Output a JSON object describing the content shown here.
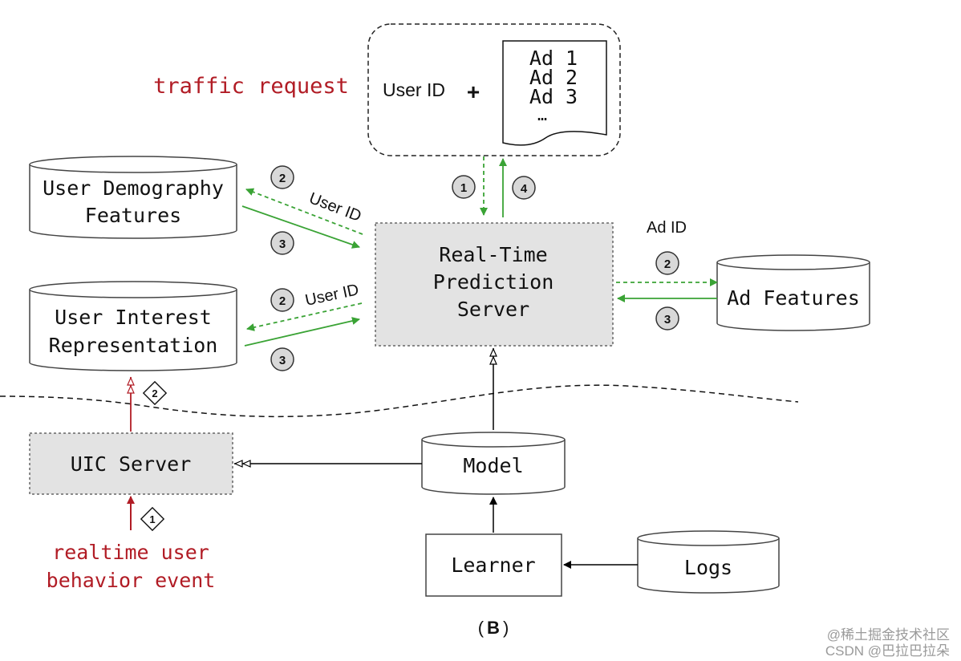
{
  "traffic_request": {
    "label": "traffic request"
  },
  "request_box": {
    "user_id": "User ID",
    "plus": "+",
    "ads": [
      "Ad 1",
      "Ad 2",
      "Ad 3",
      "…"
    ]
  },
  "nodes": {
    "user_demography": [
      "User Demography",
      "Features"
    ],
    "user_interest": [
      "User Interest",
      "Representation"
    ],
    "rtp_server": [
      "Real-Time",
      "Prediction",
      "Server"
    ],
    "ad_features": "Ad Features",
    "uic_server": "UIC Server",
    "model": "Model",
    "learner": "Learner",
    "logs": "Logs"
  },
  "edge_labels": {
    "user_id_top": "User ID",
    "user_id_mid": "User ID",
    "ad_id": "Ad ID"
  },
  "step_badges": {
    "one": "1",
    "two": "2",
    "three": "3",
    "four": "4"
  },
  "realtime_event": [
    "realtime user",
    "behavior event"
  ],
  "caption": {
    "open": "(",
    "letter": "B",
    "close": ")"
  },
  "watermark": [
    "@稀土掘金技术社区",
    "CSDN @巴拉巴拉朵"
  ],
  "colors": {
    "green": "#3aa335",
    "red": "#b11c25",
    "gray_fill": "#e3e3e3",
    "badge_fill": "#d8d8d8"
  }
}
